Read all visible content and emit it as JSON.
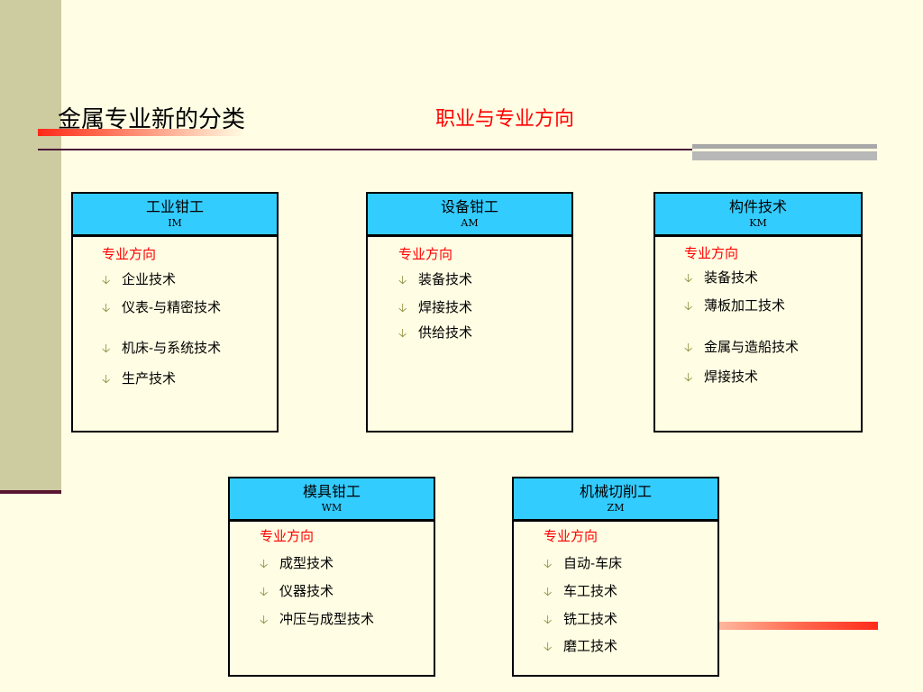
{
  "title": "金属专业新的分类",
  "subtitle": "职业与专业方向",
  "direction_label": "专业方向",
  "arrow_glyph": "🡣",
  "cards": [
    {
      "name": "工业钳工",
      "code": "IM",
      "items": [
        "企业技术",
        "仪表-与精密技术",
        "机床-与系统技术",
        "生产技术"
      ]
    },
    {
      "name": "设备钳工",
      "code": "AM",
      "items": [
        "装备技术",
        "焊接技术",
        "供给技术"
      ]
    },
    {
      "name": "构件技术",
      "code": "KM",
      "items": [
        "装备技术",
        "薄板加工技术",
        "金属与造船技术",
        "焊接技术"
      ]
    },
    {
      "name": "模具钳工",
      "code": "WM",
      "items": [
        "成型技术",
        "仪器技术",
        "冲压与成型技术"
      ]
    },
    {
      "name": "机械切削工",
      "code": "ZM",
      "items": [
        "自动-车床",
        "车工技术",
        "铣工技术",
        "磨工技术"
      ]
    }
  ]
}
